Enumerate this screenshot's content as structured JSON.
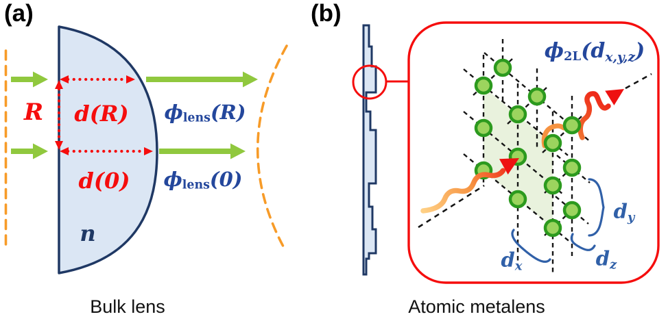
{
  "panel_a": {
    "tag": "(a)",
    "caption": "Bulk lens",
    "radius_label": "R",
    "thickness_at_R": "d(R)",
    "thickness_at_0": "d(0)",
    "refractive_index": "n",
    "phase_at_R": {
      "phi": "ϕ",
      "sub": "lens",
      "arg": "(R)"
    },
    "phase_at_0": {
      "phi": "ϕ",
      "sub": "lens",
      "arg": "(0)"
    }
  },
  "panel_b": {
    "tag": "(b)",
    "caption": "Atomic metalens",
    "phase_label": {
      "phi": "ϕ",
      "sub": "2L",
      "open": "(",
      "d": "d",
      "dsub": "x,y,z",
      "close": ")"
    },
    "spacing_x": {
      "d": "d",
      "sub": "x"
    },
    "spacing_y": {
      "d": "d",
      "sub": "y"
    },
    "spacing_z": {
      "d": "d",
      "sub": "z"
    }
  },
  "colors": {
    "red": "#f50d0d",
    "navy": "#1f3864",
    "lens_fill": "#dbe6f4",
    "green_arrow": "#90c83e",
    "orange_dash": "#f79b28",
    "math_blue": "#24479c",
    "dim_blue": "#3060a8",
    "atom_fill": "#9cd45e",
    "atom_stroke": "#2c9a1e",
    "shade_green": "#e9f2dd",
    "wave_tail": "#ffd085",
    "wave_mid": "#f69240",
    "wave_head": "#ee1111",
    "wave_out_start": "#f07030"
  }
}
